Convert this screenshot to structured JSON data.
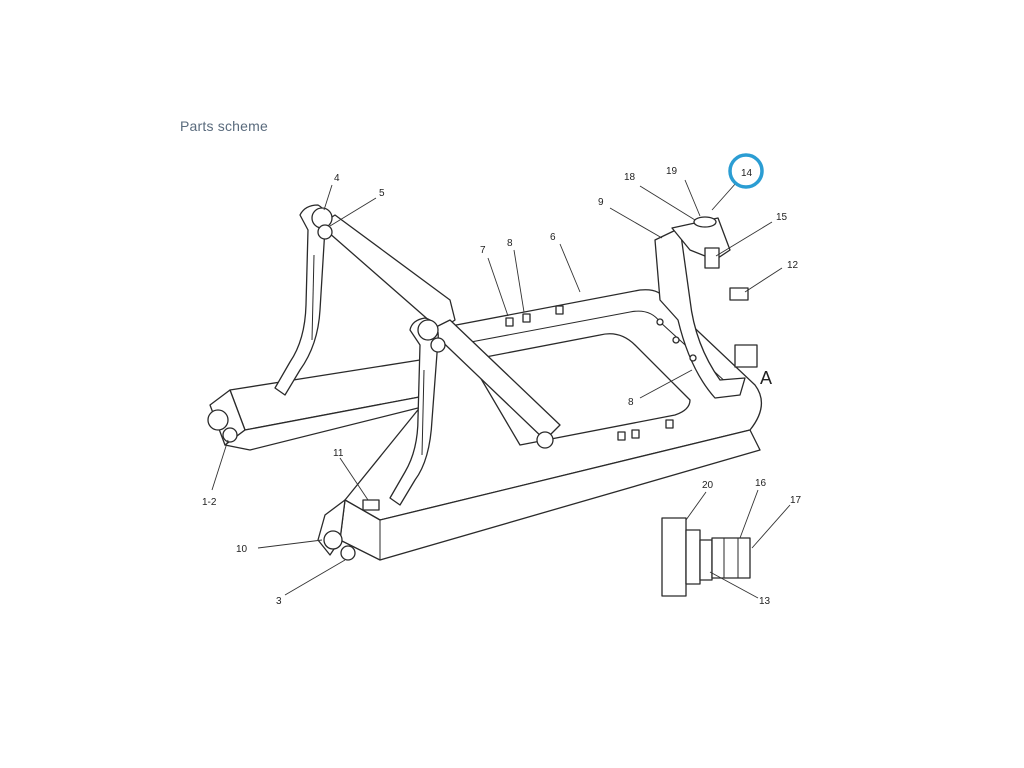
{
  "caption": "Parts scheme",
  "highlight_color": "#2b9dd3",
  "highlighted_part": "14",
  "callouts": {
    "c1": "1-2",
    "c3": "3",
    "c4": "4",
    "c5": "5",
    "c6": "6",
    "c7": "7",
    "c8a": "8",
    "c8b": "8",
    "c9": "9",
    "c10": "10",
    "c11": "11",
    "c12": "12",
    "c13": "13",
    "c14": "14",
    "c15": "15",
    "c16": "16",
    "c17": "17",
    "c18": "18",
    "c19": "19",
    "c20": "20",
    "view_A": "A"
  }
}
